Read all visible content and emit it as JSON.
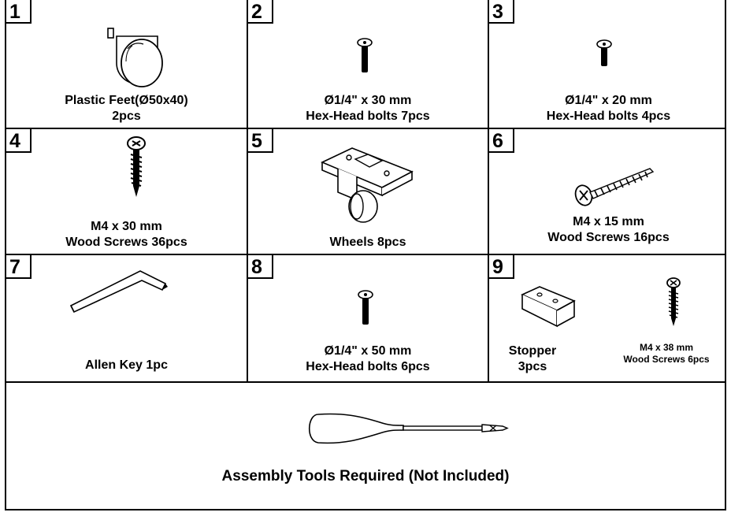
{
  "parts": [
    {
      "num": "1",
      "line1": "Plastic Feet(Ø50x40)",
      "line2": "2pcs"
    },
    {
      "num": "2",
      "line1": "Ø1/4\" x 30 mm",
      "line2": "Hex-Head bolts 7pcs"
    },
    {
      "num": "3",
      "line1": "Ø1/4\" x 20 mm",
      "line2": "Hex-Head bolts 4pcs"
    },
    {
      "num": "4",
      "line1": "M4 x 30 mm",
      "line2": "Wood Screws 36pcs"
    },
    {
      "num": "5",
      "line1": "Wheels 8pcs"
    },
    {
      "num": "6",
      "line1": "M4 x 15 mm",
      "line2": "Wood Screws 16pcs"
    },
    {
      "num": "7",
      "line1": "Allen Key 1pc"
    },
    {
      "num": "8",
      "line1": "Ø1/4\" x 50 mm",
      "line2": "Hex-Head bolts 6pcs"
    },
    {
      "num": "9",
      "stopper_line1": "Stopper",
      "stopper_line2": "3pcs",
      "screw_line1": "M4 x 38 mm",
      "screw_line2": "Wood Screws 6pcs"
    }
  ],
  "tools": {
    "title": "Assembly Tools Required (Not Included)"
  },
  "icons": [
    "plastic-foot-icon",
    "hex-bolt-icon",
    "wood-screw-icon",
    "caster-wheel-icon",
    "allen-key-icon",
    "stopper-block-icon",
    "screwdriver-icon"
  ]
}
